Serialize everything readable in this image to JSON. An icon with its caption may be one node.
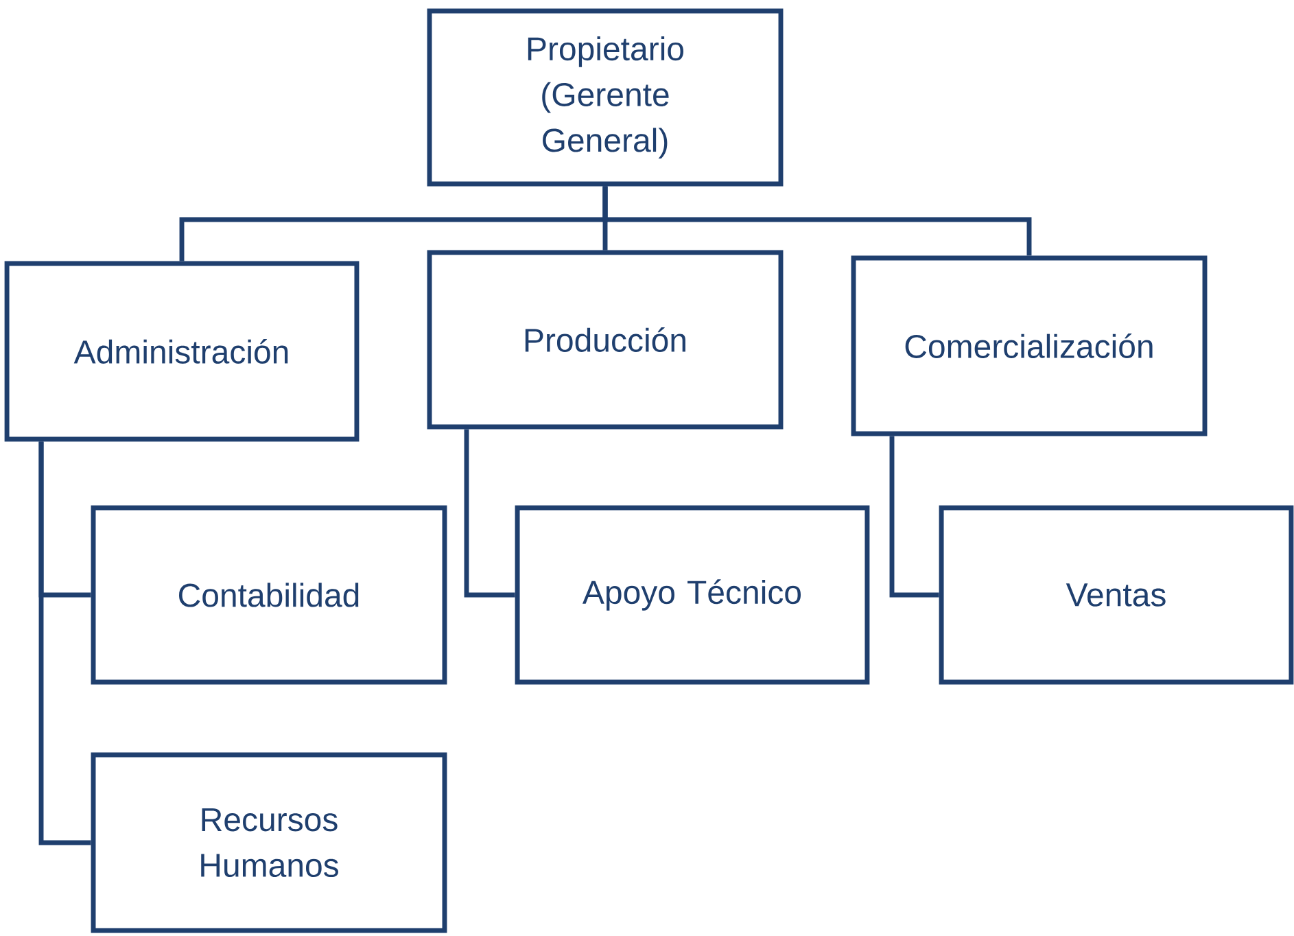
{
  "diagram": {
    "nodes": [
      {
        "text": [
          "Propietario (Gerente General)"
        ]
      },
      {
        "text": [
          "Administración"
        ]
      },
      {
        "text": [
          "Producción"
        ]
      },
      {
        "text": [
          "Comercialización"
        ]
      },
      {
        "text": [
          "Contabilidad"
        ]
      },
      {
        "text": [
          "Recursos Humanos"
        ]
      },
      {
        "text": [
          "Apoyo Técnico"
        ]
      },
      {
        "text": [
          "Ventas"
        ]
      }
    ],
    "edges": [
      {
        "from": 0,
        "to": 1,
        "arrow": "none"
      },
      {
        "from": 0,
        "to": 2,
        "arrow": "none"
      },
      {
        "from": 0,
        "to": 3,
        "arrow": "none"
      },
      {
        "from": 1,
        "to": 4,
        "arrow": "none"
      },
      {
        "from": 1,
        "to": 5,
        "arrow": "none"
      },
      {
        "from": 2,
        "to": 6,
        "arrow": "none"
      },
      {
        "from": 3,
        "to": 7,
        "arrow": "none"
      }
    ]
  }
}
